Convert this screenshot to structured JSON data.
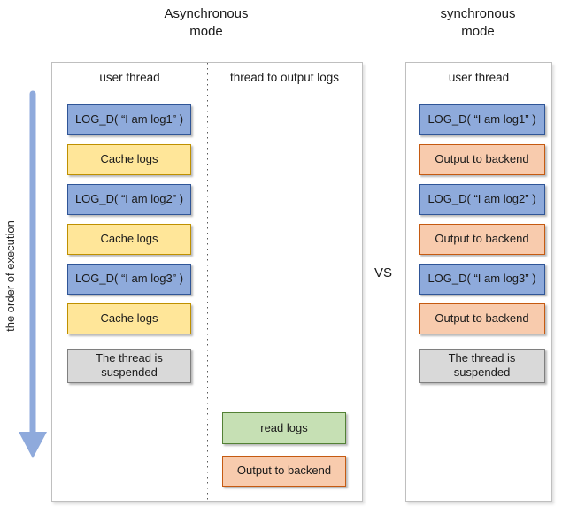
{
  "titles": {
    "async": "Asynchronous\nmode",
    "sync": "synchronous\nmode",
    "vs": "VS"
  },
  "execution_order": {
    "label": "the order of execution"
  },
  "async_panel": {
    "columns": [
      {
        "header": "user thread"
      },
      {
        "header": "thread to output logs"
      }
    ],
    "user_thread_steps": [
      {
        "label": "LOG_D( “I am log1” )",
        "type": "log-call"
      },
      {
        "label": "Cache logs",
        "type": "cache"
      },
      {
        "label": "LOG_D( “I am log2” )",
        "type": "log-call"
      },
      {
        "label": "Cache logs",
        "type": "cache"
      },
      {
        "label": "LOG_D( “I am log3” )",
        "type": "log-call"
      },
      {
        "label": "Cache logs",
        "type": "cache"
      },
      {
        "label": "The thread is suspended",
        "type": "suspended"
      }
    ],
    "output_thread_steps": [
      {
        "label": "read logs",
        "type": "read"
      },
      {
        "label": "Output to backend",
        "type": "output"
      }
    ]
  },
  "sync_panel": {
    "header": "user thread",
    "steps": [
      {
        "label": "LOG_D( “I am log1” )",
        "type": "log-call"
      },
      {
        "label": "Output to backend",
        "type": "output"
      },
      {
        "label": "LOG_D( “I am log2” )",
        "type": "log-call"
      },
      {
        "label": "Output to backend",
        "type": "output"
      },
      {
        "label": "LOG_D( “I am log3” )",
        "type": "log-call"
      },
      {
        "label": "Output to backend",
        "type": "output"
      },
      {
        "label": "The thread is suspended",
        "type": "suspended"
      }
    ]
  },
  "colors": {
    "log_fill": "#8EAADB",
    "log_border": "#2F5597",
    "cache_fill": "#FFE699",
    "cache_border": "#BF9000",
    "output_fill": "#F8CBAD",
    "output_border": "#C55A11",
    "read_fill": "#C6E0B4",
    "read_border": "#538135",
    "suspended_fill": "#D9D9D9",
    "suspended_border": "#7F7F7F",
    "arrow": "#8FAADC",
    "panel_border": "#BFBFBF"
  }
}
